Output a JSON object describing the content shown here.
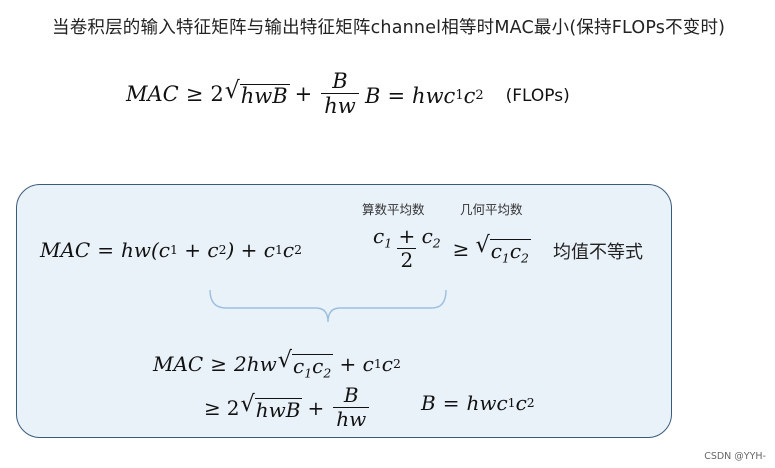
{
  "title": "当卷积层的输入特征矩阵与输出特征矩阵channel相等时MAC最小(保持FLOPs不变时)",
  "top_equations": {
    "inequality": {
      "lhs": "MAC",
      "rel": "≥",
      "coef": "2",
      "radicand": "hwB",
      "plus": "+",
      "frac_num": "B",
      "frac_den": "hw"
    },
    "flops_def": {
      "lhs": "B",
      "eq": "=",
      "rhs": "hw",
      "c1": "c",
      "c1_sub": "1",
      "c2": "c",
      "c2_sub": "2",
      "note": "(FLOPs)"
    }
  },
  "box": {
    "mac_def": {
      "lhs": "MAC",
      "eq": "=",
      "body": "hw(c",
      "sub1": "1",
      "mid": " + c",
      "sub2": "2",
      "close": ") + c",
      "sub3": "1",
      "tail": "c",
      "sub4": "2"
    },
    "caption_am": "算数平均数",
    "caption_gm": "几何平均数",
    "amgm": {
      "num_c1": "c",
      "num_c1_sub": "1",
      "num_plus": " + ",
      "num_c2": "c",
      "num_c2_sub": "2",
      "den": "2",
      "rel": "≥",
      "rad_c1": "c",
      "rad_c1_sub": "1",
      "rad_c2": "c",
      "rad_c2_sub": "2"
    },
    "amgm_label": "均值不等式",
    "step1": {
      "lhs": "MAC",
      "rel": "≥",
      "pre": "2hw",
      "rad_c1": "c",
      "rad_c1_sub": "1",
      "rad_c2": "c",
      "rad_c2_sub": "2",
      "plus": " + c",
      "s1": "1",
      "tail": "c",
      "s2": "2"
    },
    "step2": {
      "rel": "≥",
      "coef": "2",
      "radicand": "hwB",
      "plus": "+",
      "frac_num": "B",
      "frac_den": "hw"
    },
    "flops_def2": {
      "lhs": "B",
      "eq": "=",
      "rhs": "hw",
      "c1": "c",
      "c1_sub": "1",
      "c2": "c",
      "c2_sub": "2"
    }
  },
  "watermark": "CSDN @YYH-",
  "colors": {
    "box_fill": "#e9f1f9",
    "box_border": "#3b5b7e",
    "brace": "#9cbfe0"
  }
}
